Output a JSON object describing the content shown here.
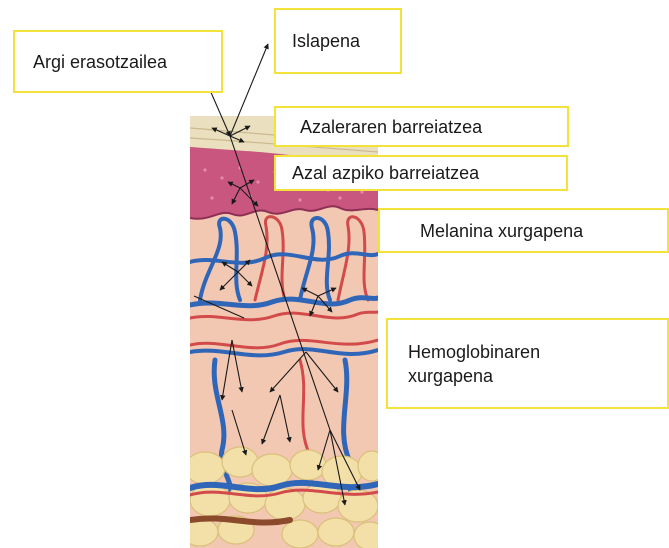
{
  "labels": {
    "incident_light": "Argi erasotzailea",
    "reflection": "Islapena",
    "surface_scattering": "Azaleraren barreiatzea",
    "subsurface_scattering": "Azal azpiko barreiatzea",
    "melanin_absorption": "Melanina xurgapena",
    "hemoglobin_absorption_line1": "Hemoglobinaren",
    "hemoglobin_absorption_line2": "xurgapena"
  },
  "colors": {
    "label_border": "#f2e23a",
    "stratum_corneum": "#eadfbf",
    "epidermis": "#c9567e",
    "dermis": "#f3c8b2",
    "vein": "#2f66b8",
    "artery": "#d24a4a",
    "fat": "#f3e0a8"
  }
}
